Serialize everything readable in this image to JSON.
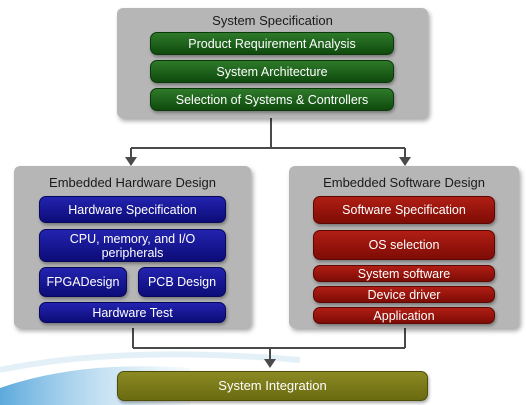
{
  "spec": {
    "title": "System Specification",
    "items": [
      "Product Requirement Analysis",
      "System Architecture",
      "Selection of Systems & Controllers"
    ]
  },
  "hardware": {
    "title": "Embedded Hardware Design",
    "spec": "Hardware Specification",
    "cpu": "CPU, memory, and I/O peripherals",
    "fpga": "FPGADesign",
    "pcb": "PCB Design",
    "test": "Hardware Test"
  },
  "software": {
    "title": "Embedded Software Design",
    "spec": "Software Specification",
    "os": "OS selection",
    "system": "System software",
    "driver": "Device driver",
    "app": "Application"
  },
  "integration": {
    "label": "System Integration"
  },
  "colors": {
    "spec_boxes": "#1f6a1c",
    "hardware_boxes": "#14149a",
    "software_boxes": "#9a160e",
    "integration_box": "#7d7a1c",
    "panels": "#b6b6b6"
  }
}
